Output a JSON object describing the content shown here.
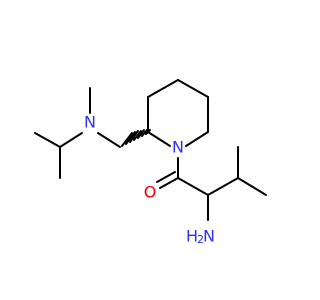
{
  "colors": {
    "bond": "#000000",
    "nitrogen": "#3232e6",
    "oxygen": "#e60000"
  },
  "atoms": {
    "n_amine": "N",
    "n_ring": "N",
    "o_carbonyl": "O",
    "nh2_symbol": "H",
    "nh2_subscript": "2",
    "nh2_element": "N"
  }
}
